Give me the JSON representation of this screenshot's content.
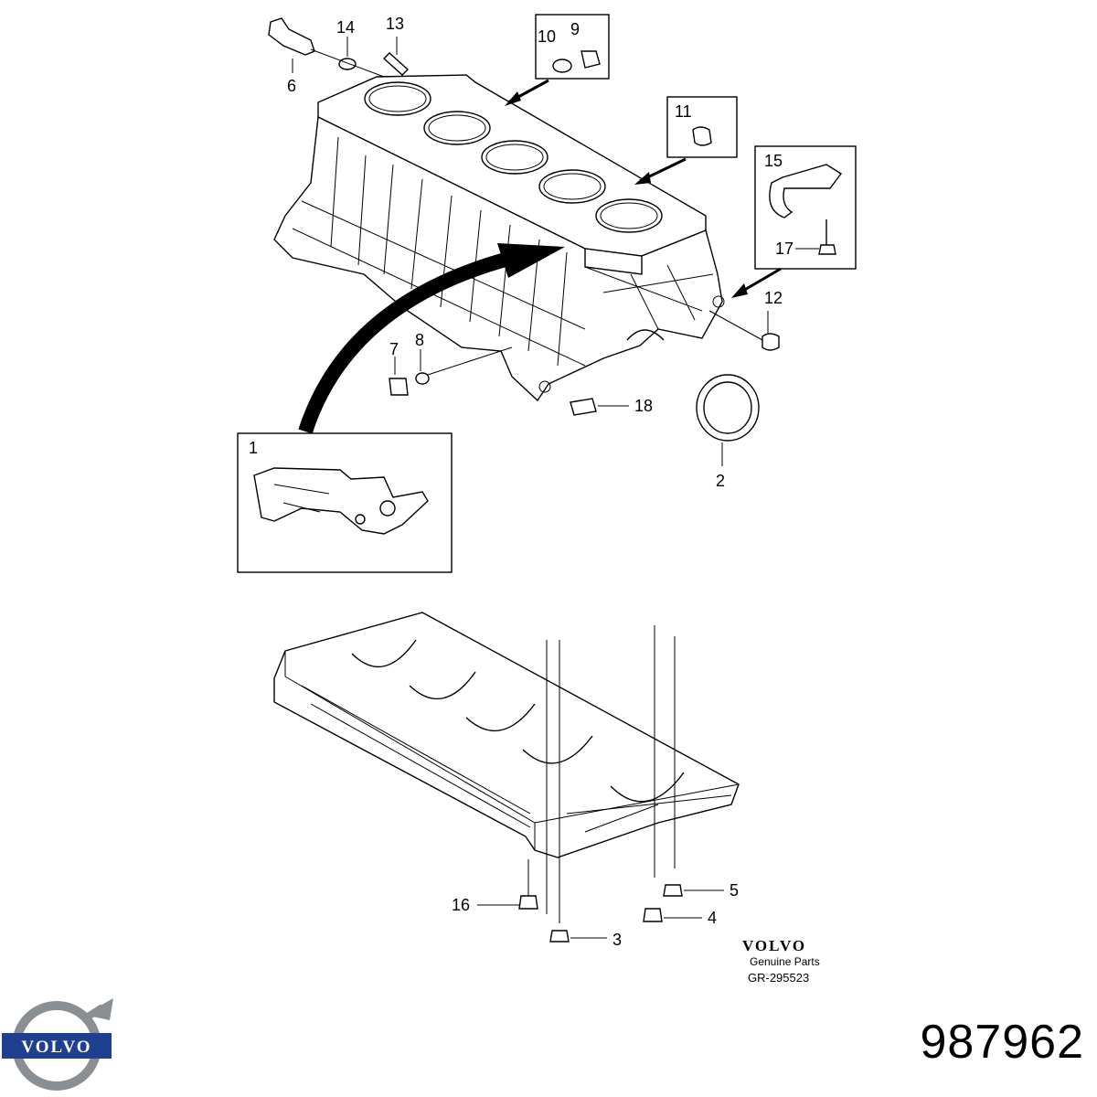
{
  "callouts": {
    "c1": "1",
    "c2": "2",
    "c3": "3",
    "c4": "4",
    "c5": "5",
    "c6": "6",
    "c7": "7",
    "c8": "8",
    "c9": "9",
    "c10": "10",
    "c11": "11",
    "c12": "12",
    "c13": "13",
    "c14": "14",
    "c15": "15",
    "c16": "16",
    "c17": "17",
    "c18": "18"
  },
  "caption": {
    "brand": "VOLVO",
    "subtitle": "Genuine Parts",
    "code": "GR-295523"
  },
  "logo": {
    "wordmark": "VOLVO",
    "colors": {
      "ring": "#8a8f94",
      "band": "#1f3f8f",
      "text": "#ffffff"
    }
  },
  "part_number": "987962"
}
